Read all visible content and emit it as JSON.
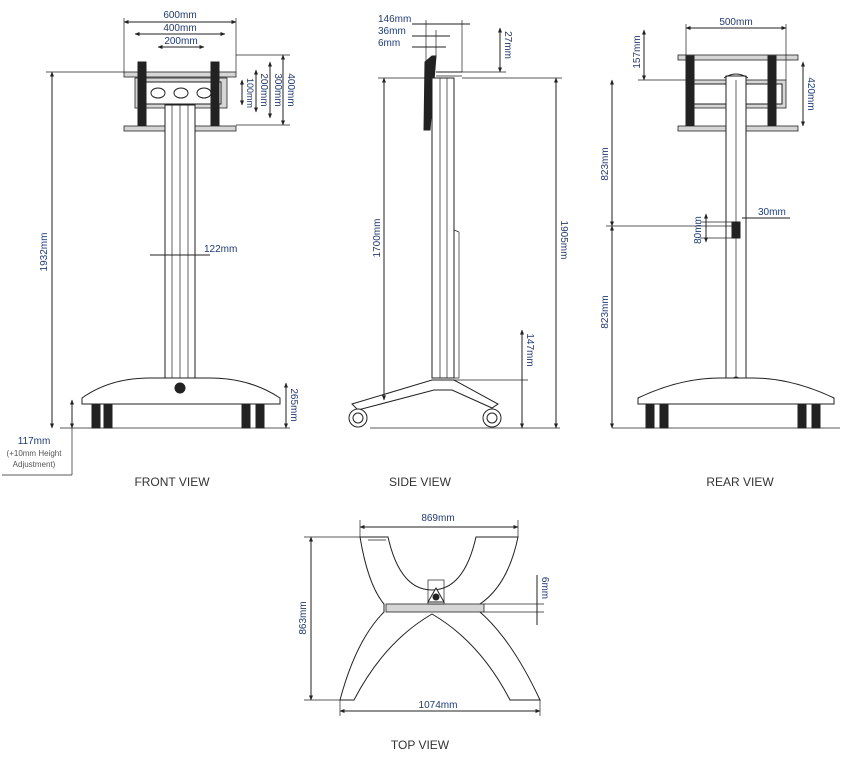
{
  "views": {
    "front": "FRONT VIEW",
    "side": "SIDE VIEW",
    "rear": "REAR VIEW",
    "top": "TOP VIEW"
  },
  "front": {
    "w600": "600mm",
    "w400": "400mm",
    "w200": "200mm",
    "h400": "400mm",
    "h300": "300mm",
    "h200": "200mm",
    "h100": "100mm",
    "column": "122mm",
    "height": "1932mm",
    "base": "265mm",
    "caster": "117mm",
    "caster_note_1": "(+10mm Height",
    "caster_note_2": "Adjustment)"
  },
  "side": {
    "d146": "146mm",
    "d36": "36mm",
    "d6": "6mm",
    "d27": "27mm",
    "h1700": "1700mm",
    "h1905": "1905mm",
    "h147": "147mm"
  },
  "rear": {
    "w500": "500mm",
    "h157": "157mm",
    "h420": "420mm",
    "h823a": "823mm",
    "h823b": "823mm",
    "h80": "80mm",
    "w30": "30mm"
  },
  "top": {
    "w869": "869mm",
    "w1074": "1074mm",
    "d863": "863mm",
    "d6": "6mm"
  }
}
